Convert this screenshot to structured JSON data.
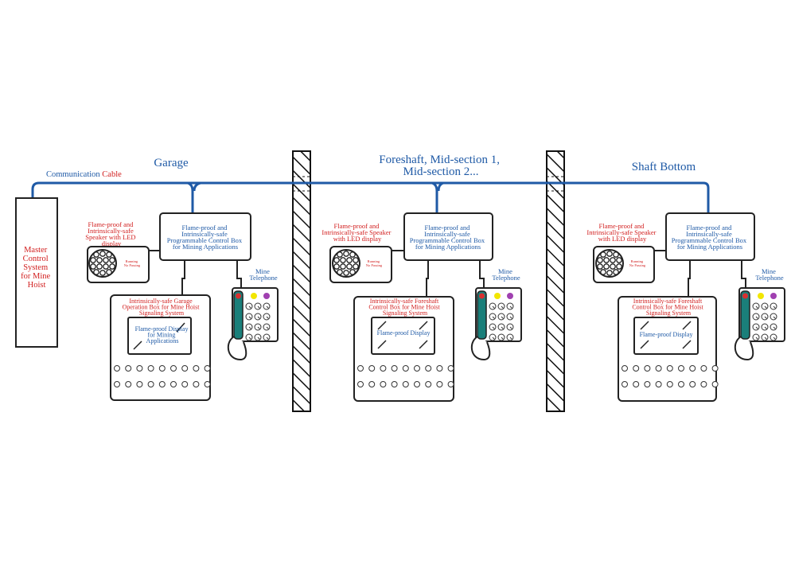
{
  "cable": {
    "word1": "Communication",
    "word2": "Cable"
  },
  "master": {
    "lines": [
      "Master",
      "Control",
      "System",
      "for Mine",
      "Hoist"
    ]
  },
  "sections": [
    {
      "title_lines": [
        "Garage"
      ],
      "speaker_lines": [
        "Flame-proof and",
        "Intrinsically-safe",
        "Speaker with LED",
        "display"
      ],
      "led_lines": [
        "Running",
        "No Passing"
      ],
      "control_box_lines": [
        "Flame-proof and",
        "Intrinsically-safe",
        "Programmable Control Box",
        "for Mining Applications"
      ],
      "phone_lines": [
        "Mine",
        "Telephone"
      ],
      "operation_box_lines": [
        "Intrinsically-safe Garage",
        "Operation Box for Mine Hoist",
        "Signaling System"
      ],
      "display_lines": [
        "Flame-proof Display",
        "for Mining",
        "Applications"
      ]
    },
    {
      "title_lines": [
        "Foreshaft, Mid-section 1,",
        "Mid-section 2..."
      ],
      "speaker_lines": [
        "Flame-proof and",
        "Intrinsically-safe Speaker",
        "with LED display"
      ],
      "led_lines": [
        "Running",
        "No Passing"
      ],
      "control_box_lines": [
        "Flame-proof and",
        "Intrinsically-safe",
        "Programmable Control Box",
        "for Mining Applications"
      ],
      "phone_lines": [
        "Mine",
        "Telephone"
      ],
      "operation_box_lines": [
        "Intrinsically-safe Foreshaft",
        "Control Box for Mine Hoist",
        "Signaling System"
      ],
      "display_lines": [
        "Flame-proof Display"
      ]
    },
    {
      "title_lines": [
        "Shaft Bottom"
      ],
      "speaker_lines": [
        "Flame-proof and",
        "Intrinsically-safe Speaker",
        "with LED display"
      ],
      "led_lines": [
        "Running",
        "No Passing"
      ],
      "control_box_lines": [
        "Flame-proof and",
        "Intrinsically-safe",
        "Programmable Control Box",
        "for Mining Applications"
      ],
      "phone_lines": [
        "Mine",
        "Telephone"
      ],
      "operation_box_lines": [
        "Intrinsically-safe Foreshaft",
        "Control Box for Mine Hoist",
        "Signaling System"
      ],
      "display_lines": [
        "Flame-proof Display"
      ]
    }
  ],
  "colors": {
    "cable": "#1f5aa6",
    "blue_text": "#1f5aa6",
    "red_text": "#d22020",
    "teal": "#1a7f7a",
    "yellow": "#f2e600",
    "purple": "#a040b0",
    "red_led": "#d83030"
  }
}
